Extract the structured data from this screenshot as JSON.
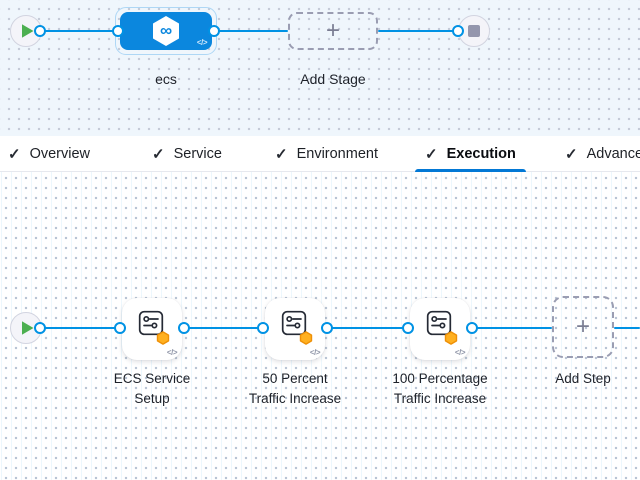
{
  "icons": {
    "check": "✓",
    "plus": "+",
    "code": "</>",
    "harness_infinity": "∞"
  },
  "colors": {
    "accent_blue": "#0278D5",
    "edge_blue": "#0092E4",
    "stage_node_blue": "#0B87DE",
    "play_green": "#4CAF50",
    "neutral_gray": "#9496AD",
    "badge_orange": "#FFB020",
    "stage_canvas_bg": "#EFF6FC"
  },
  "stage_pipeline": {
    "stage_label": "ecs",
    "add_stage_label": "Add Stage"
  },
  "tabs": [
    {
      "label": "Overview",
      "checked": true,
      "active": false
    },
    {
      "label": "Service",
      "checked": true,
      "active": false
    },
    {
      "label": "Environment",
      "checked": true,
      "active": false
    },
    {
      "label": "Execution",
      "checked": true,
      "active": true
    },
    {
      "label": "Advanced",
      "checked": true,
      "active": false
    }
  ],
  "execution_pipeline": {
    "steps": [
      {
        "label": "ECS Service Setup"
      },
      {
        "label": "50 Percent Traffic Increase"
      },
      {
        "label": "100 Percentage Traffic Increase"
      }
    ],
    "add_step_label": "Add Step"
  }
}
